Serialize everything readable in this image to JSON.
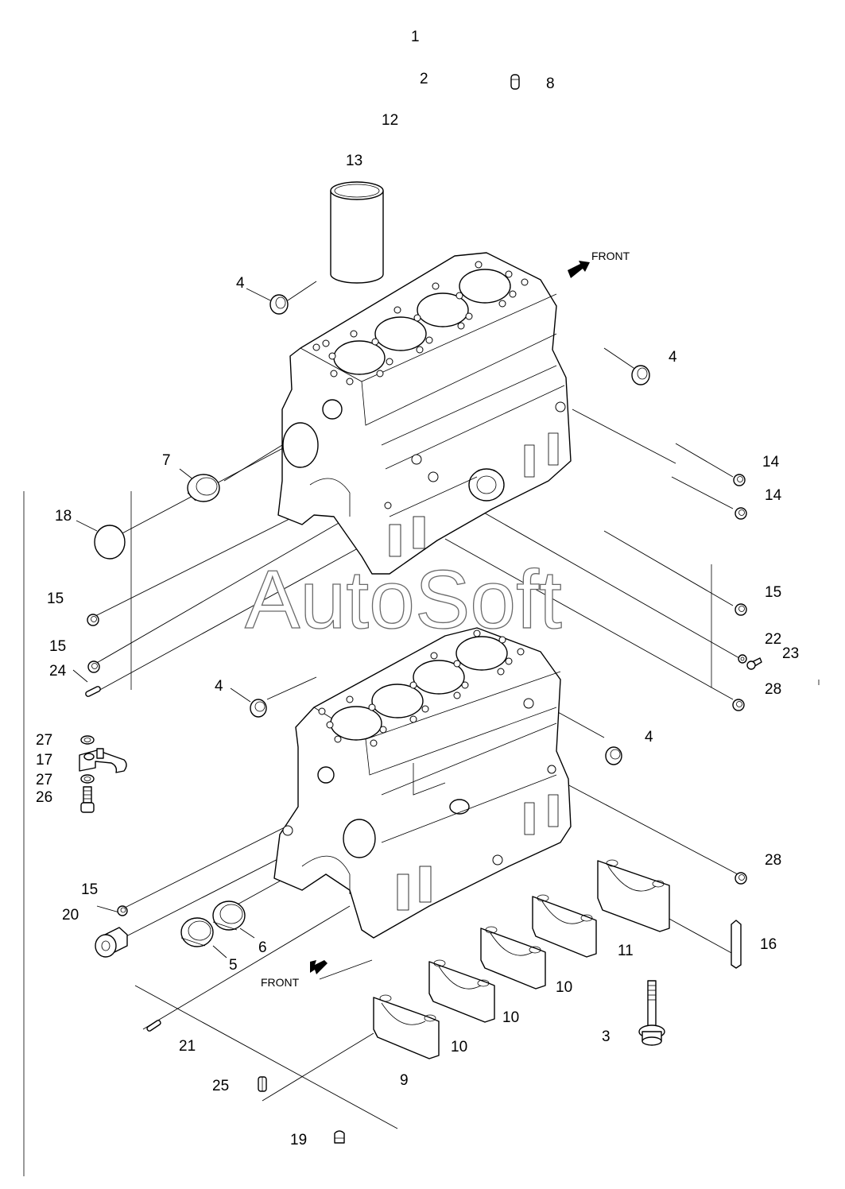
{
  "watermark": "AutoSoft",
  "front_label": "FRONT",
  "callouts": {
    "c1": "1",
    "c2": "2",
    "c8": "8",
    "c12": "12",
    "c13": "13",
    "c4a": "4",
    "c4b": "4",
    "c4c": "4",
    "c4d": "4",
    "c7": "7",
    "c18": "18",
    "c14a": "14",
    "c14b": "14",
    "c15a": "15",
    "c15b": "15",
    "c15c": "15",
    "c15d": "15",
    "c24": "24",
    "c22": "22",
    "c23": "23",
    "c28a": "28",
    "c28b": "28",
    "c27a": "27",
    "c17": "17",
    "c27b": "27",
    "c26": "26",
    "c20": "20",
    "c5": "5",
    "c6": "6",
    "c11": "11",
    "c16": "16",
    "c10a": "10",
    "c10b": "10",
    "c10c": "10",
    "c9": "9",
    "c3": "3",
    "c21": "21",
    "c25": "25",
    "c19": "19"
  }
}
